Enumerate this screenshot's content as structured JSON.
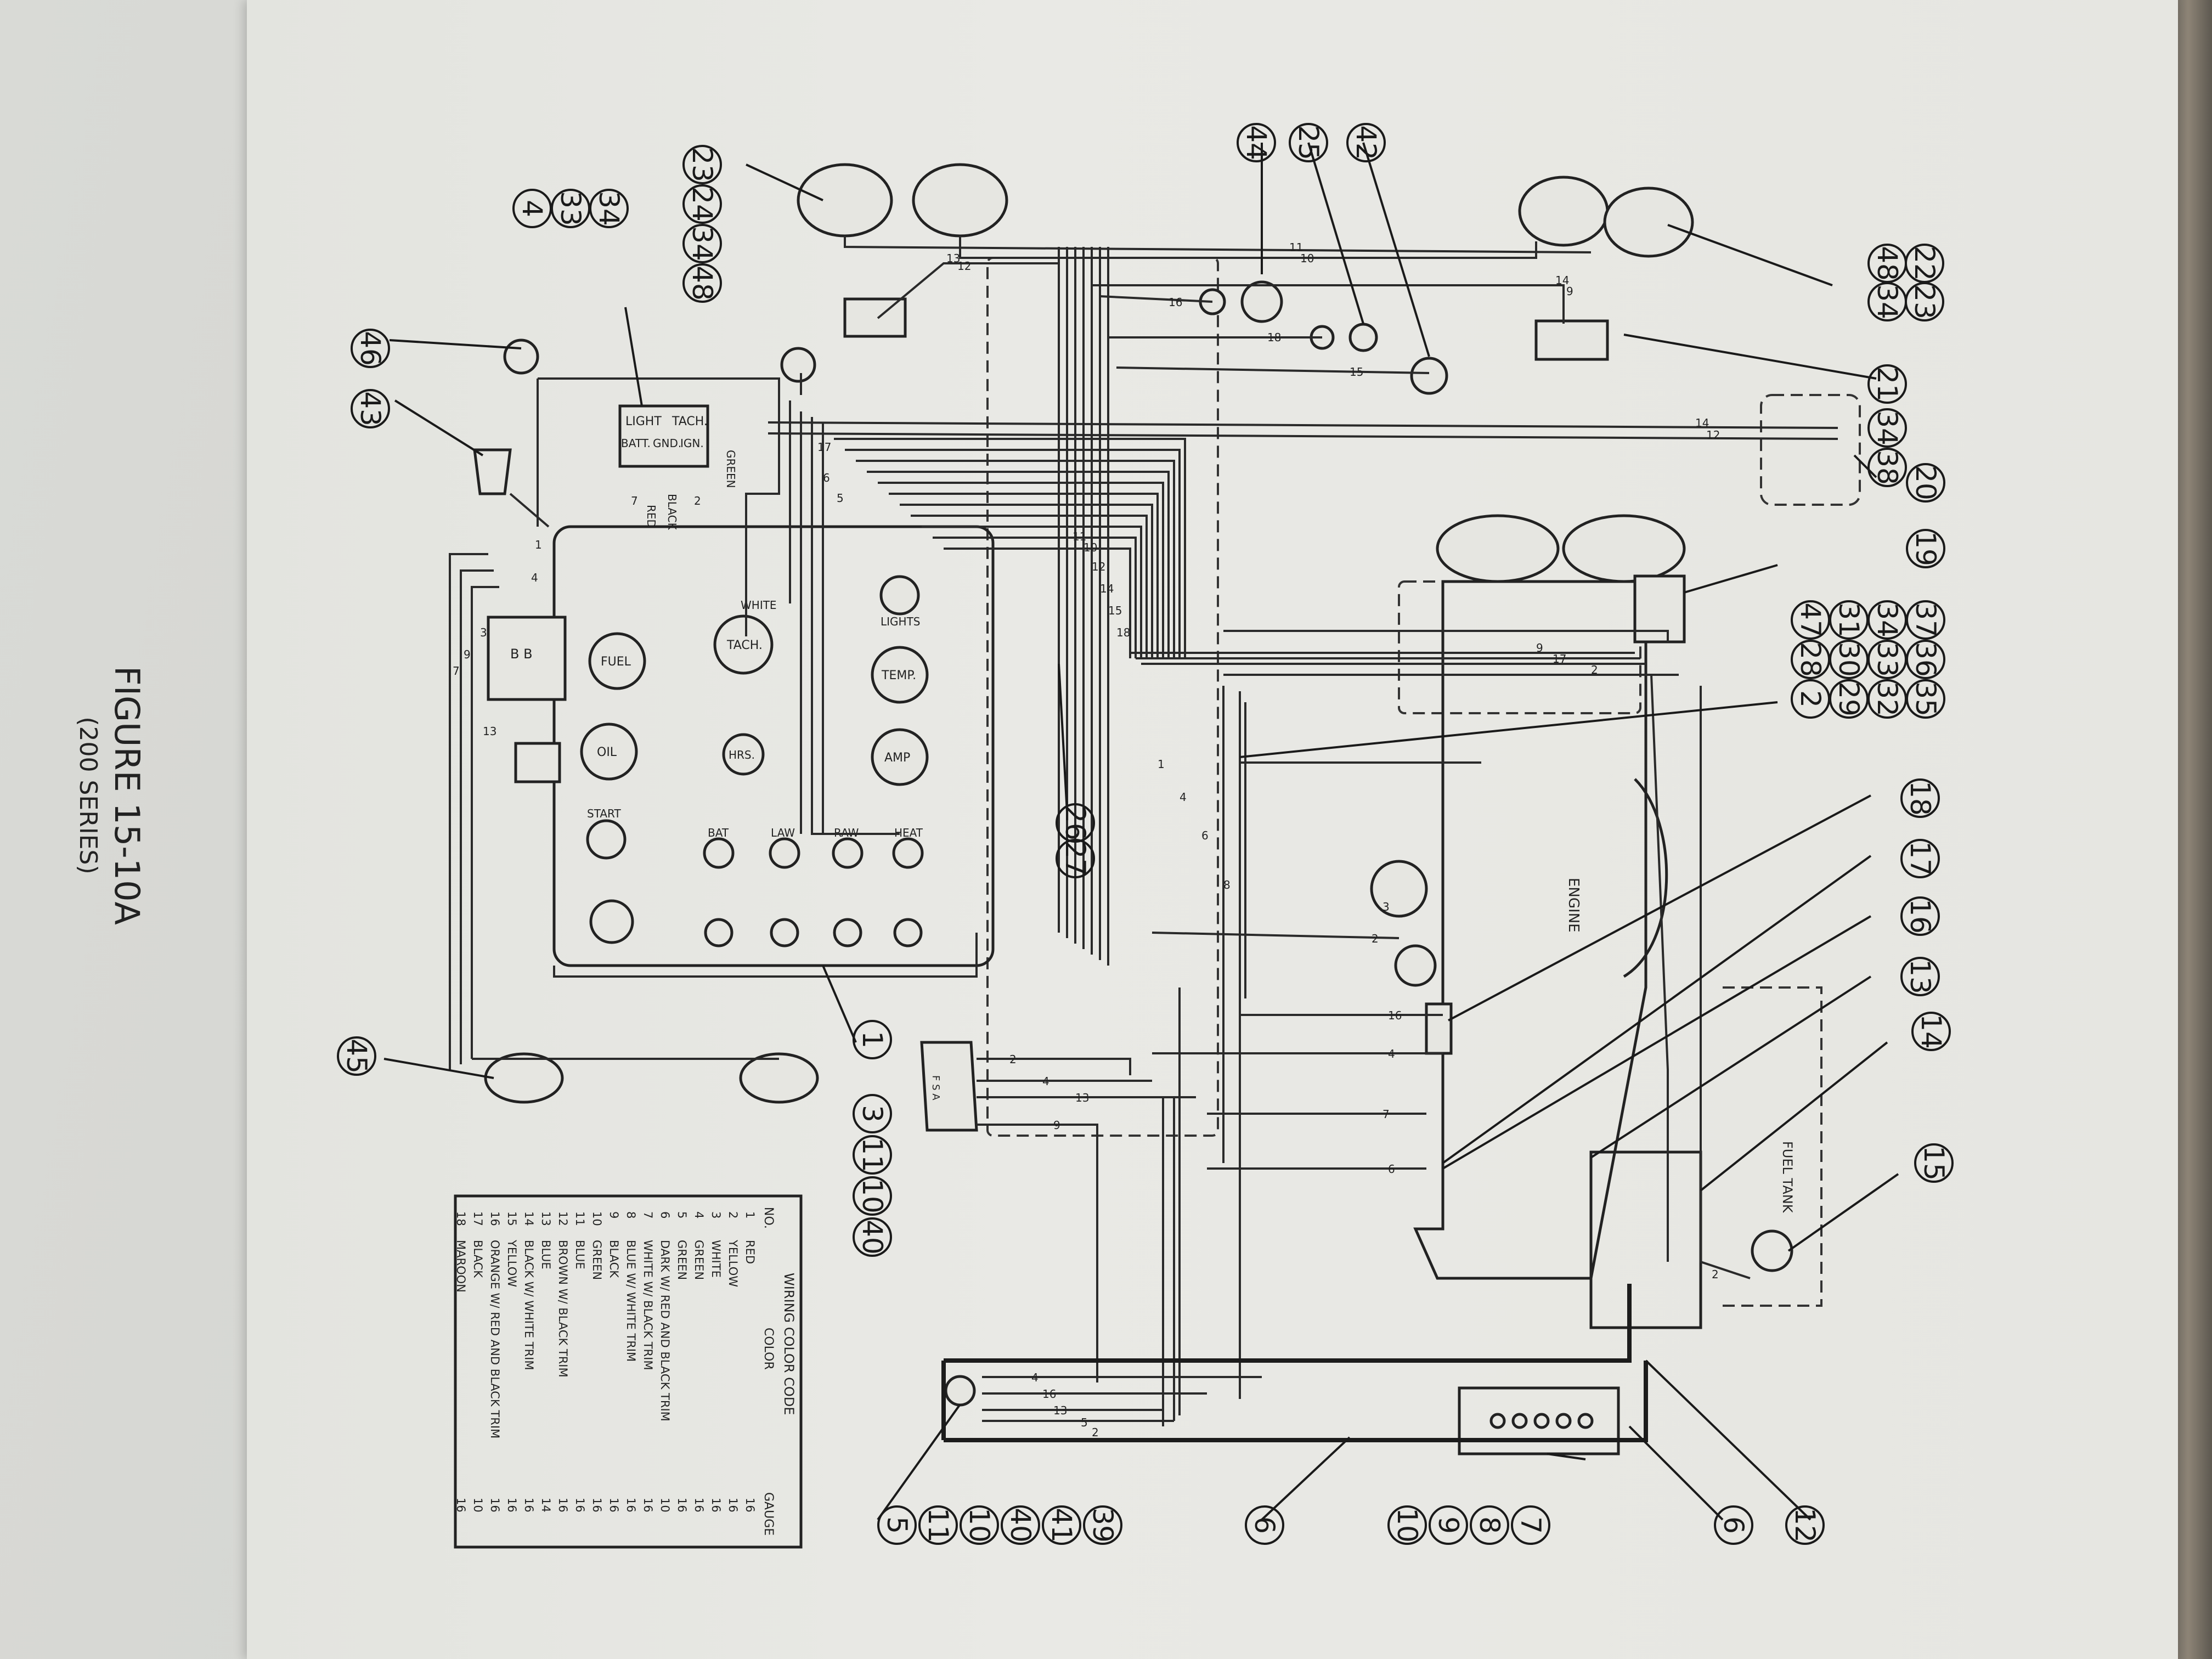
{
  "figure": {
    "title": "FIGURE 15-10A",
    "subtitle": "(200 SERIES)"
  },
  "labels": {
    "light": "LIGHT",
    "tach_short": "TACH.",
    "batt": "BATT.",
    "gnd": "GND.",
    "ign": "IGN.",
    "green": "GREEN",
    "black": "BLACK",
    "red": "RED",
    "white": "WHITE",
    "tach": "TACH.",
    "lights": "LIGHTS",
    "fuel": "FUEL",
    "temp": "TEMP.",
    "oil": "OIL",
    "hrs": "HRS.",
    "amp": "AMP",
    "start": "START",
    "bat": "BAT",
    "law": "LAW",
    "raw": "RAW",
    "heat": "HEAT",
    "engine": "ENGINE",
    "fuel_tank": "FUEL TANK",
    "b_terminals": "B B",
    "fsa": "F S A"
  },
  "legend": {
    "title": "WIRING COLOR CODE",
    "col_no": "NO.",
    "col_color": "COLOR",
    "col_gauge": "GAUGE",
    "rows": [
      {
        "no": "1",
        "color": "RED",
        "gauge": "16"
      },
      {
        "no": "2",
        "color": "YELLOW",
        "gauge": "16"
      },
      {
        "no": "3",
        "color": "WHITE",
        "gauge": "16"
      },
      {
        "no": "4",
        "color": "GREEN",
        "gauge": "16"
      },
      {
        "no": "5",
        "color": "GREEN",
        "gauge": "16"
      },
      {
        "no": "6",
        "color": "DARK W/ RED AND BLACK TRIM",
        "gauge": "10"
      },
      {
        "no": "7",
        "color": "WHITE W/ BLACK TRIM",
        "gauge": "16"
      },
      {
        "no": "8",
        "color": "BLUE W/ WHITE TRIM",
        "gauge": "16"
      },
      {
        "no": "9",
        "color": "BLACK",
        "gauge": "16"
      },
      {
        "no": "10",
        "color": "GREEN",
        "gauge": "16"
      },
      {
        "no": "11",
        "color": "BLUE",
        "gauge": "16"
      },
      {
        "no": "12",
        "color": "BROWN W/ BLACK TRIM",
        "gauge": "16"
      },
      {
        "no": "13",
        "color": "BLUE",
        "gauge": "14"
      },
      {
        "no": "14",
        "color": "BLACK W/ WHITE TRIM",
        "gauge": "16"
      },
      {
        "no": "15",
        "color": "YELLOW",
        "gauge": "16"
      },
      {
        "no": "16",
        "color": "ORANGE W/ RED AND BLACK TRIM",
        "gauge": "16"
      },
      {
        "no": "17",
        "color": "BLACK",
        "gauge": "10"
      },
      {
        "no": "18",
        "color": "MAROON",
        "gauge": "16"
      }
    ]
  },
  "callouts": [
    {
      "id": "c-48-22-34-23",
      "values": [
        "48",
        "22",
        "34",
        "23"
      ]
    },
    {
      "id": "c-21",
      "values": [
        "21"
      ]
    },
    {
      "id": "c-34-38",
      "values": [
        "34",
        "38"
      ]
    },
    {
      "id": "c-20",
      "values": [
        "20"
      ]
    },
    {
      "id": "c-19",
      "values": [
        "19"
      ]
    },
    {
      "id": "c-37-36-35",
      "values": [
        "37",
        "36",
        "35"
      ]
    },
    {
      "id": "c-34-33-32",
      "values": [
        "34",
        "33",
        "32"
      ]
    },
    {
      "id": "c-31-30-29",
      "values": [
        "31",
        "30",
        "29"
      ]
    },
    {
      "id": "c-47-28-2",
      "values": [
        "47",
        "28",
        "2"
      ]
    },
    {
      "id": "c-18",
      "values": [
        "18"
      ]
    },
    {
      "id": "c-17",
      "values": [
        "17"
      ]
    },
    {
      "id": "c-16",
      "values": [
        "16"
      ]
    },
    {
      "id": "c-13",
      "values": [
        "13"
      ]
    },
    {
      "id": "c-14",
      "values": [
        "14"
      ]
    },
    {
      "id": "c-15",
      "values": [
        "15"
      ]
    },
    {
      "id": "c-12",
      "values": [
        "12"
      ]
    },
    {
      "id": "c-6a",
      "values": [
        "6"
      ]
    },
    {
      "id": "c-7-8-9-10",
      "values": [
        "7",
        "8",
        "9",
        "10"
      ]
    },
    {
      "id": "c-6b",
      "values": [
        "6"
      ]
    },
    {
      "id": "c-39-41-40-10-11-5",
      "values": [
        "39",
        "41",
        "40",
        "10",
        "11",
        "5"
      ]
    },
    {
      "id": "c-3-11-10-40",
      "values": [
        "3",
        "11",
        "10",
        "40"
      ]
    },
    {
      "id": "c-1",
      "values": [
        "1"
      ]
    },
    {
      "id": "c-26-27",
      "values": [
        "26",
        "27"
      ]
    },
    {
      "id": "c-45",
      "values": [
        "45"
      ]
    },
    {
      "id": "c-43",
      "values": [
        "43"
      ]
    },
    {
      "id": "c-46",
      "values": [
        "46"
      ]
    },
    {
      "id": "c-34-33-4",
      "values": [
        "34",
        "33",
        "4"
      ]
    },
    {
      "id": "c-23-24-34-48",
      "values": [
        "23",
        "24",
        "34",
        "48"
      ]
    },
    {
      "id": "c-44",
      "values": [
        "44"
      ]
    },
    {
      "id": "c-25",
      "values": [
        "25"
      ]
    },
    {
      "id": "c-42",
      "values": [
        "42"
      ]
    }
  ],
  "wire_numbers": {
    "w1": "1",
    "w2": "2",
    "w3": "3",
    "w4": "4",
    "w5": "5",
    "w6": "6",
    "w7": "7",
    "w8": "8",
    "w9": "9",
    "w10": "10",
    "w11": "11",
    "w12": "12",
    "w13": "13",
    "w14": "14",
    "w15": "15",
    "w16": "16",
    "w17": "17",
    "w18": "18"
  }
}
